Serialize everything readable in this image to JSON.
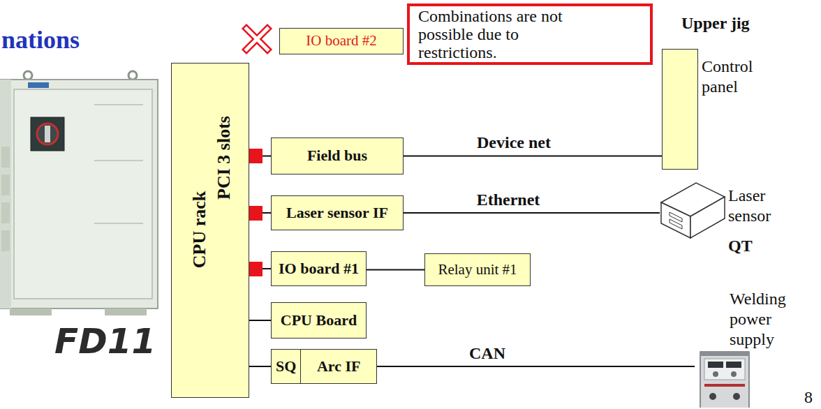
{
  "diagram": {
    "title": "nations",
    "nodes": [
      {
        "text": [
          "Combinations are not possible due to restrictions."
        ]
      },
      {
        "text": [
          "IO board #2"
        ]
      },
      {
        "text": [
          "CPU rack",
          "PCI 3 slots"
        ]
      },
      {
        "text": [
          "Field bus"
        ]
      },
      {
        "text": [
          "Laser sensor IF"
        ]
      },
      {
        "text": [
          "IO board #1"
        ]
      },
      {
        "text": [
          "Relay unit #1"
        ]
      },
      {
        "text": [
          "CPU Board"
        ]
      },
      {
        "text": [
          "SQ",
          "Arc IF"
        ]
      },
      {
        "text": [
          "Upper jig",
          "Control panel"
        ]
      },
      {
        "text": [
          "Laser sensor",
          "QT"
        ]
      },
      {
        "text": [
          "Welding power supply"
        ]
      }
    ],
    "edges": [
      {
        "from": 2,
        "to": 3,
        "arrow": "none"
      },
      {
        "from": 2,
        "to": 4,
        "arrow": "none"
      },
      {
        "from": 2,
        "to": 5,
        "arrow": "none"
      },
      {
        "from": 2,
        "to": 7,
        "arrow": "none"
      },
      {
        "from": 2,
        "to": 8,
        "arrow": "none"
      },
      {
        "from": 3,
        "to": 9,
        "label": "Device net",
        "arrow": "none"
      },
      {
        "from": 4,
        "to": 10,
        "label": "Ethernet",
        "arrow": "none"
      },
      {
        "from": 5,
        "to": 6,
        "arrow": "none"
      },
      {
        "from": 8,
        "to": 11,
        "label": "CAN",
        "arrow": "none"
      }
    ],
    "labels": [
      "FD11",
      "8"
    ]
  }
}
